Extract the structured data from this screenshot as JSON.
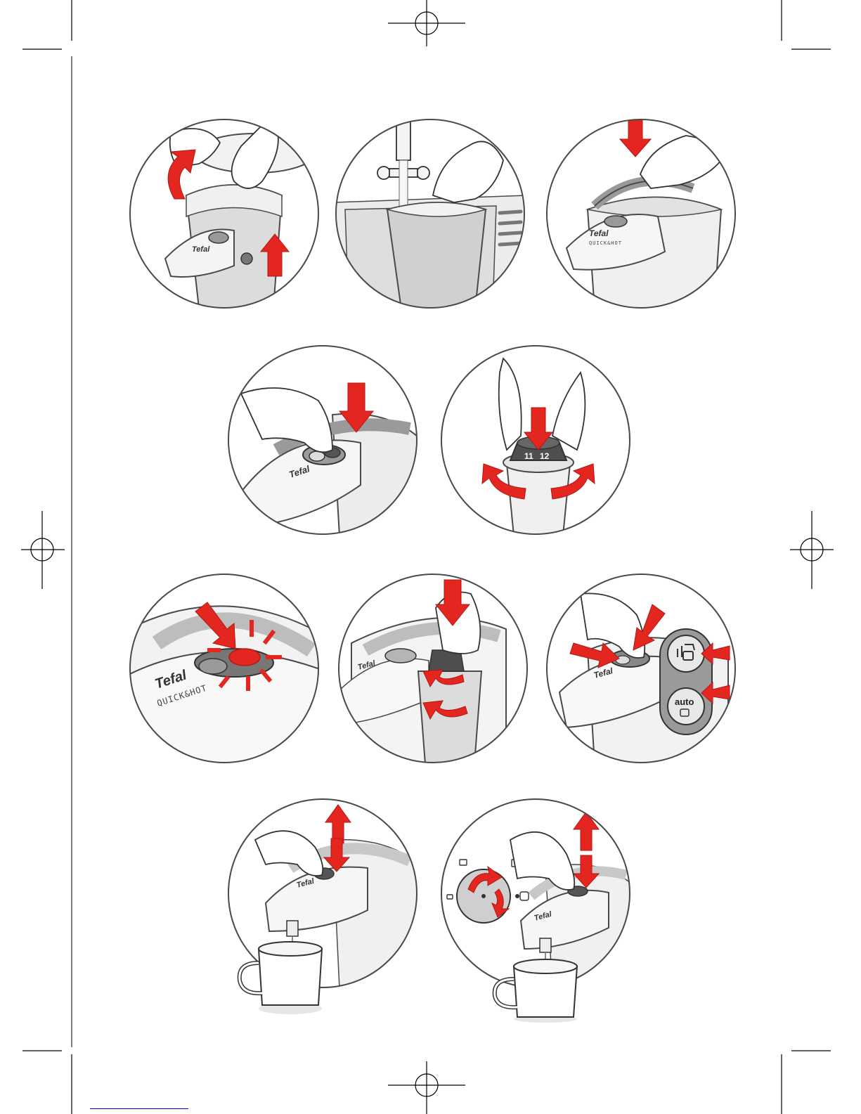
{
  "colors": {
    "arrow": "#e3261f",
    "arrow_shade": "#b51712",
    "outline": "#4a4a4a",
    "appliance": "#eeeeee",
    "shade": "#d6d6d6",
    "dark": "#555555",
    "crop_marks": "#000000"
  },
  "labels": {
    "brand": "Tefal",
    "model": "QUICK&HOT",
    "dial_left_num": "11",
    "dial_right_num": "12",
    "auto_button": "auto"
  },
  "steps": [
    {
      "id": 1,
      "scene": "lift-lid-and-tank"
    },
    {
      "id": 2,
      "scene": "fill-tank-at-tap"
    },
    {
      "id": 3,
      "scene": "refit-lid"
    },
    {
      "id": 4,
      "scene": "press-button"
    },
    {
      "id": 5,
      "scene": "set-filter-dial"
    },
    {
      "id": 6,
      "scene": "button-light-flashes"
    },
    {
      "id": 7,
      "scene": "insert-and-twist-filter"
    },
    {
      "id": 8,
      "scene": "select-mode-buttons"
    },
    {
      "id": 9,
      "scene": "dispense-into-mug"
    },
    {
      "id": 10,
      "scene": "select-volume-and-dispense"
    }
  ],
  "icons": [
    "crop-mark-icon",
    "registration-mark-icon",
    "down-arrow-icon",
    "up-down-arrow-icon",
    "rotate-arrow-icon",
    "flash-burst-icon",
    "cup-icon",
    "kettle-icon",
    "tap-icon",
    "hand-icon",
    "mug-icon"
  ]
}
